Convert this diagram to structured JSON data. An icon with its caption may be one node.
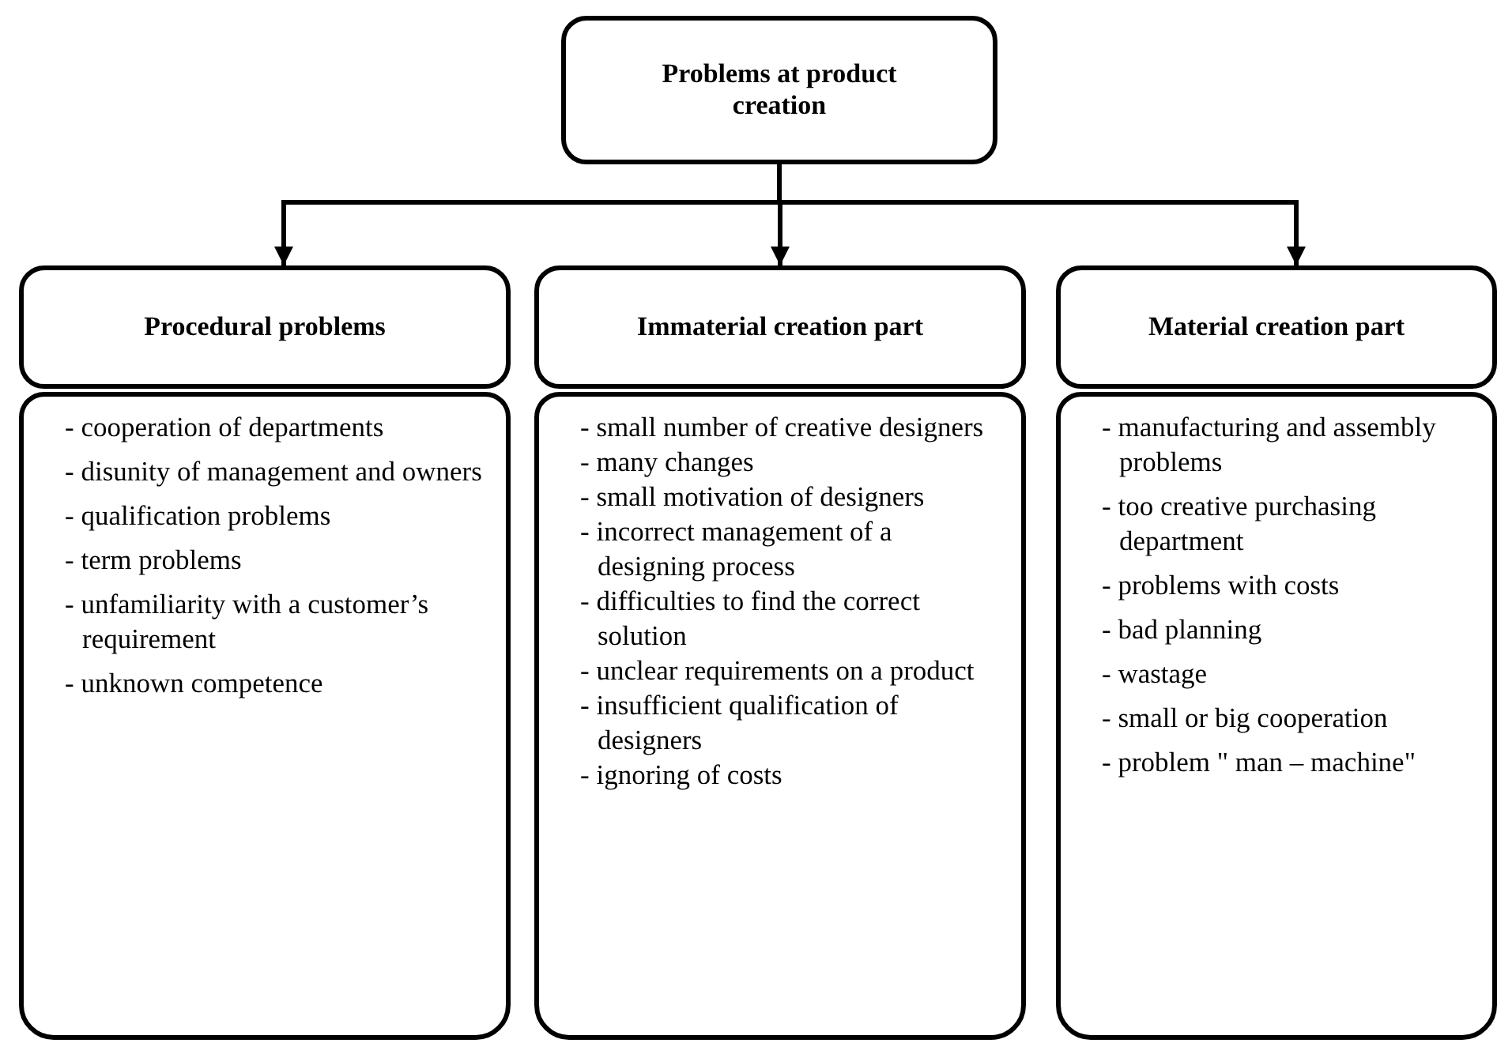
{
  "diagram": {
    "nodes": [
      {
        "text": [
          "Problems at product creation"
        ]
      },
      {
        "text": [
          "Procedural problems"
        ]
      },
      {
        "text": [
          "Immaterial creation part"
        ]
      },
      {
        "text": [
          "Material creation part"
        ]
      },
      {
        "text": [
          "- cooperation of departments",
          "- disunity of management and owners",
          "- qualification problems",
          "- term problems",
          "- unfamiliarity with a customer’s requirement",
          "- unknown competence"
        ]
      },
      {
        "text": [
          "- small number of creative designers",
          "- many changes",
          "- small motivation of designers",
          "- incorrect management of a designing process",
          "- difficulties to find the correct solution",
          "- unclear requirements on a product",
          "- insufficient qualification of designers",
          "- ignoring of costs"
        ]
      },
      {
        "text": [
          "- manufacturing and assembly problems",
          "- too creative purchasing department",
          "- problems with costs",
          "- bad planning",
          "- wastage",
          "- small or big cooperation",
          "- problem \" man – machine\""
        ]
      }
    ],
    "edges": [
      {
        "from": 0,
        "to": 1,
        "arrow": "to"
      },
      {
        "from": 0,
        "to": 2,
        "arrow": "to"
      },
      {
        "from": 0,
        "to": 3,
        "arrow": "to"
      }
    ]
  }
}
